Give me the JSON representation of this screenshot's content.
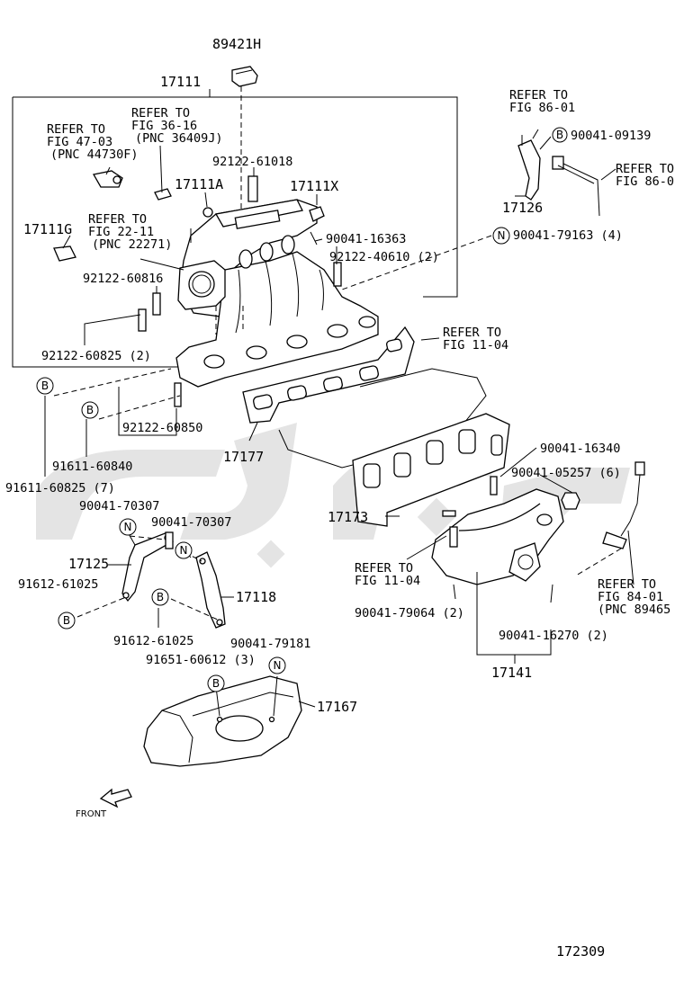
{
  "labels": {
    "p89421H": "89421H",
    "p17111": "17111",
    "refer47_1": "REFER TO",
    "refer47_2": "FIG 47-03",
    "refer47_3": "(PNC 44730F)",
    "refer36_1": "REFER TO",
    "refer36_2": "FIG 36-16",
    "refer36_3": "(PNC 36409J)",
    "p92122_61018": "92122-61018",
    "p17111A": "17111A",
    "p17111X": "17111X",
    "p17111G": "17111G",
    "refer22_1": "REFER TO",
    "refer22_2": "FIG 22-11",
    "refer22_3": "(PNC 22271)",
    "p90041_16363": "90041-16363",
    "p92122_40610": "92122-40610 (2)",
    "p92122_60816": "92122-60816",
    "p92122_60825": "92122-60825 (2)",
    "refer11a_1": "REFER TO",
    "refer11a_2": "FIG 11-04",
    "p92122_60850": "92122-60850",
    "p91611_60840": "91611-60840",
    "p91611_60825": "91611-60825 (7)",
    "p17177": "17177",
    "refer86_1": "REFER TO",
    "refer86_2": "FIG 86-01",
    "p90041_09139": "90041-09139",
    "refer86b_1": "REFER TO",
    "refer86b_2": "FIG 86-0",
    "p17126": "17126",
    "p90041_79163": "90041-79163 (4)",
    "p90041_16340": "90041-16340",
    "p90041_05257": "90041-05257 (6)",
    "p17173": "17173",
    "refer11b_1": "REFER TO",
    "refer11b_2": "FIG 11-04",
    "p90041_79064": "90041-79064 (2)",
    "p90041_16270": "90041-16270 (2)",
    "p17141": "17141",
    "refer84_1": "REFER TO",
    "refer84_2": "FIG 84-01",
    "refer84_3": "(PNC 89465",
    "p90041_70307a": "90041-70307",
    "p90041_70307b": "90041-70307",
    "p17125": "17125",
    "p17118": "17118",
    "p91612_61025a": "91612-61025",
    "p91612_61025b": "91612-61025",
    "p90041_79181": "90041-79181",
    "p91651_60612": "91651-60612 (3)",
    "p17167": "17167",
    "front": "FRONT",
    "figno": "172309"
  },
  "markers": {
    "bolt": "B",
    "nut": "N"
  }
}
